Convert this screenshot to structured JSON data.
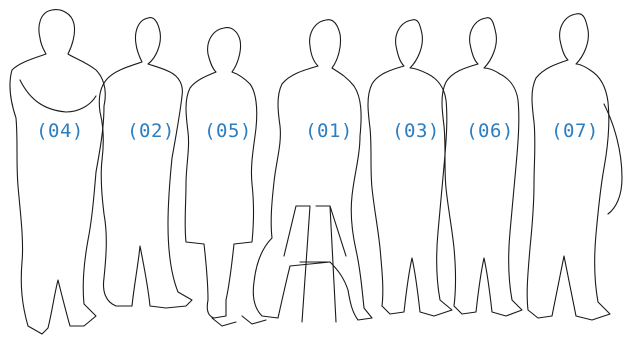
{
  "colors": {
    "outline": "#1a1a1a",
    "label": "#2b7ec1",
    "background": "#ffffff"
  },
  "people": [
    {
      "id": "p04",
      "label": "(04)"
    },
    {
      "id": "p02",
      "label": "(02)"
    },
    {
      "id": "p05",
      "label": "(05)"
    },
    {
      "id": "p01",
      "label": "(01)"
    },
    {
      "id": "p03",
      "label": "(03)"
    },
    {
      "id": "p06",
      "label": "(06)"
    },
    {
      "id": "p07",
      "label": "(07)"
    }
  ]
}
